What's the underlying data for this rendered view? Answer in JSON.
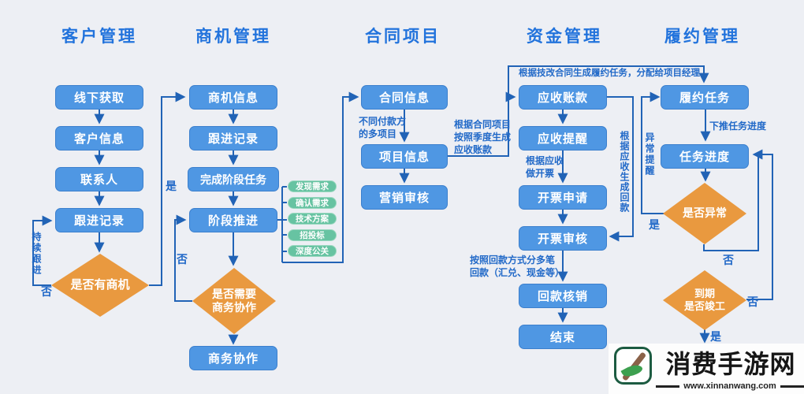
{
  "headers": {
    "customer": "客户管理",
    "opportunity": "商机管理",
    "contract": "合同项目",
    "funds": "资金管理",
    "performance": "履约管理"
  },
  "nodes": {
    "offline_acquire": "线下获取",
    "customer_info": "客户信息",
    "contact_person": "联系人",
    "follow_record_1": "跟进记录",
    "opportunity_info": "商机信息",
    "follow_record_2": "跟进记录",
    "complete_stage_task": "完成阶段任务",
    "stage_advance": "阶段推进",
    "business_collab": "商务协作",
    "contract_info": "合同信息",
    "project_info": "项目信息",
    "marketing_audit": "营销审核",
    "receivable": "应收账款",
    "receivable_reminder": "应收提醒",
    "invoice_apply": "开票申请",
    "invoice_audit": "开票审核",
    "repayment_writeoff": "回款核销",
    "end": "结束",
    "performance_task": "履约任务",
    "task_progress": "任务进度"
  },
  "stage_tags": [
    "发现需求",
    "确认需求",
    "技术方案",
    "招投标",
    "深度公关"
  ],
  "decisions": {
    "has_opportunity": "是否有商机",
    "need_collab_line1": "是否需要",
    "need_collab_line2": "商务协作",
    "is_abnormal": "是否异常",
    "due_line1": "到期",
    "due_line2": "是否竣工"
  },
  "branch_labels": {
    "yes": "是",
    "no": "否"
  },
  "annotations": {
    "continue_follow": "持续跟进",
    "multi_project": "不同付款方\n的多项目",
    "gen_receivable": "根据合同项目\n按照季度生成\n应收账款",
    "banner": "根据技改合同生成履约任务，分配给项目经理",
    "invoice_by_receivable": "根据应收\n做开票",
    "repay_split": "按照回款方式分多笔\n回款（汇兑、现金等）",
    "gen_repayment": "根据应收生成回款",
    "abnormal_remind": "异常提醒",
    "push_progress": "下推任务进度"
  },
  "watermark": {
    "title": "消费手游网",
    "url": "www.xinnanwang.com"
  },
  "colors": {
    "node_blue": "#4f97e3",
    "stage_green": "#67c3a2",
    "decision_orange": "#e9993f",
    "line_blue": "#2163b6",
    "header_blue": "#2273dc",
    "background": "#edeff4"
  }
}
